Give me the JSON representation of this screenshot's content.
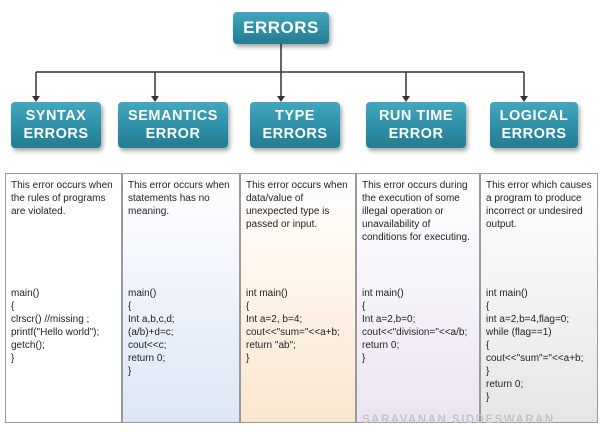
{
  "root": {
    "label": "ERRORS"
  },
  "categories": [
    {
      "label": "SYNTAX\nERRORS",
      "description": "This error occurs when the rules of programs are violated.",
      "code": [
        "main()",
        "{",
        "clrscr()  //missing ;",
        "printf(\"Hello world\");",
        "getch();",
        "}"
      ]
    },
    {
      "label": "SEMANTICS\nERROR",
      "description": "This error occurs when statements has no meaning.",
      "code": [
        "main()",
        "{",
        "Int a,b,c,d;",
        "(a/b)+d=c;",
        "cout<<c;",
        "return 0;",
        "}"
      ]
    },
    {
      "label": "TYPE\nERRORS",
      "description": "This error occurs when data/value of unexpected type is passed or input.",
      "code": [
        "int main()",
        "{",
        "Int a=2, b=4;",
        "cout<<\"sum=\"<<a+b;",
        "return \"ab\";",
        "}"
      ]
    },
    {
      "label": "RUN TIME\nERROR",
      "description": "This error occurs during the execution of some illegal operation or unavailability of conditions for executing.",
      "code": [
        "int main()",
        "{",
        "Int a=2,b=0;",
        "cout<<\"division=\"<<a/b;",
        "return 0;",
        "}"
      ]
    },
    {
      "label": "LOGICAL\nERRORS",
      "description": "This error which causes a program to produce incorrect or undesired output.",
      "code": [
        "int main()",
        "{",
        "int a=2,b=4,flag=0;",
        "while (flag==1)",
        "{",
        "cout<<\"sum\"=\"<<a+b;",
        "}",
        "return 0;",
        "}"
      ]
    }
  ],
  "watermark": "SARAVANAN SIDDESWARAN",
  "colors": {
    "box": "#2e8fa6",
    "connector": "#333333",
    "column_backgrounds": [
      "#ffffff",
      "#dde6f5",
      "#fbe6cf",
      "#ebe4f2",
      "#e6e6e6"
    ]
  }
}
